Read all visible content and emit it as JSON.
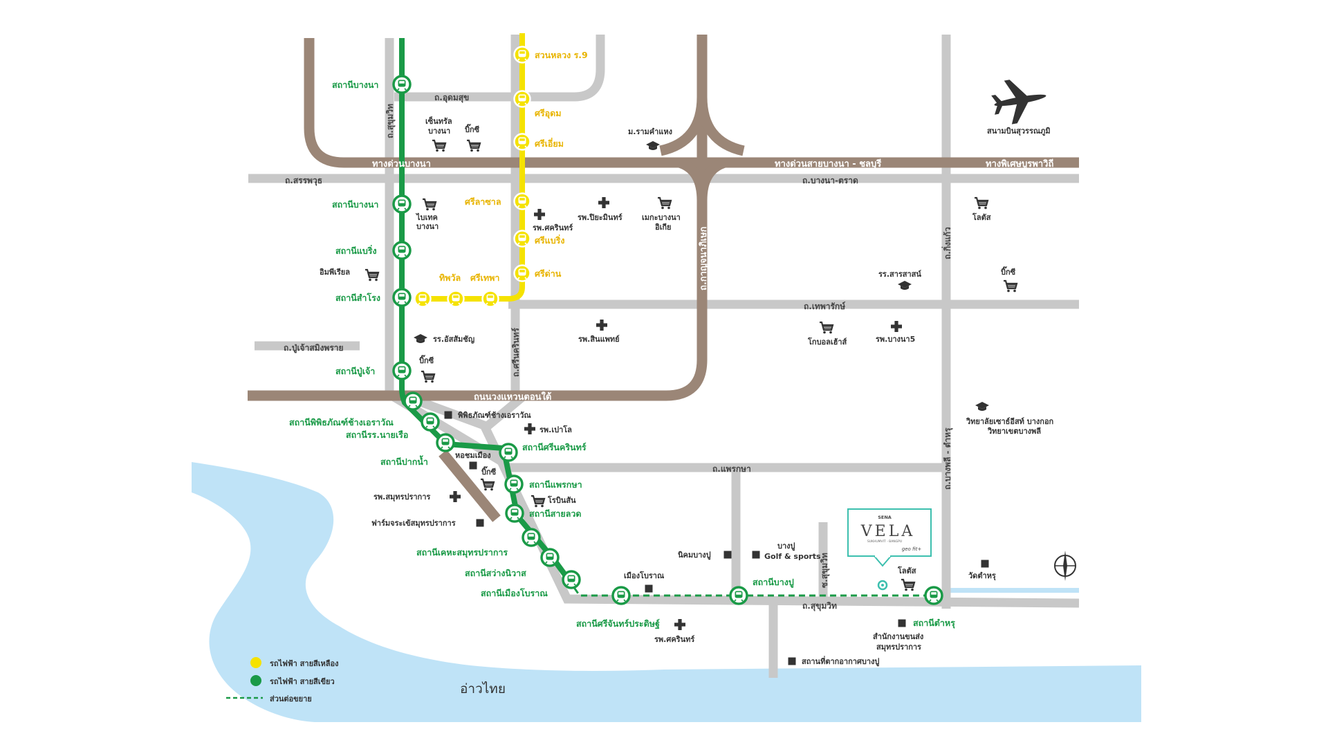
{
  "sea": {
    "label": "อ่าวไทย"
  },
  "airport": {
    "label": "สนามบินสุวรรณภูมิ"
  },
  "highways": {
    "bangna_expressway": "ทางด่วนบางนา",
    "bangna_chonburi": "ทางด่วนสายบางนา - ชลบุรี",
    "special_hw": "ทางพิเศษบูรพาวิถี",
    "ring_road": "ถนนวงแหวนตอนใต้",
    "kanchanaphisek": "ถ.กาญจนาภิเษก"
  },
  "roads": {
    "udomsuk": "ถ.อุดมสุข",
    "sanphawut": "ถ.สรรพวุธ",
    "bangna_trat": "ถ.บางนา-ตราด",
    "sukhumvit_v": "ถ.สุขุมวิท",
    "srinakarin": "ถ.ศรีนครินทร์",
    "thepharak": "ถ.เทพารักษ์",
    "pu_chao": "ถ.ปู่เจ้าสมิงพราย",
    "praeksa": "ถ.แพรกษา",
    "sukhumvit": "ถ.สุขุมวิท",
    "king_kaew": "ถ.กิ่งแก้ว",
    "bangphli_tamru": "ถ.บางพลี - ตำหรุ",
    "sukhumvit_soi": "ซ.สุขุมวิท"
  },
  "green_stations": [
    "สถานีบางนา",
    "สถานีบางนา",
    "สถานีแบริ่ง",
    "สถานีสำโรง",
    "สถานีปู่เจ้า",
    "สถานีพิพิธภัณฑ์ช้างเอราวัณ",
    "สถานีรร.นายเรือ",
    "สถานีปากน้ำ",
    "สถานีศรีนครินทร์",
    "สถานีแพรกษา",
    "สถานีสายลวด",
    "สถานีเคหะสมุทรปราการ",
    "สถานีสว่างนิวาส",
    "สถานีเมืองโบราณ",
    "สถานีศรีจันทร์ประดิษฐ์",
    "สถานีบางปู",
    "สถานีตำหรุ"
  ],
  "yellow_stations": [
    "สวนหลวง ร.9",
    "ศรีอุดม",
    "ศรีเอี่ยม",
    "ศรีลาซาล",
    "ศรีแบริ่ง",
    "ศรีด่าน",
    "ศรีเทพา",
    "ทิพวัล"
  ],
  "places": {
    "central_bangna": "เซ็นทรัล บางนา",
    "bigc_1": "บิ๊กซี",
    "ramkhamhaeng": "ม.รามคำแหง",
    "bitec": "ไบเทค บางนา",
    "srinakarin_hosp": "รพ.ศครินทร์",
    "piyamin_hosp": "รพ.ปิยะมินทร์",
    "mega_bangna": "เมกะบางนา อิเกีย",
    "lotus_1": "โลตัส",
    "imperial": "อิมพีเรียล",
    "sarasas": "รร.สารสาสน์",
    "bigc_2": "บิ๊กซี",
    "assumption": "รร.อัสสัมชัญ",
    "sinphaet_hosp": "รพ.สินแพทย์",
    "global_house": "โกบอลเฮ้าส์",
    "bangna5_hosp": "รพ.บางนา5",
    "bigc_3": "บิ๊กซี",
    "museum": "พิพิธภัณฑ์ช้างเอราวัณ",
    "paolo_hosp": "รพ.เปาโล",
    "huachin": "หอชมเมือง",
    "bigc_4": "บิ๊กซี",
    "samutprakan_hosp": "รพ.สมุทรปราการ",
    "robinson": "โรบินสัน",
    "crocodile_farm": "ฟาร์มจระเข้สมุทรปราการ",
    "nikhom_bangpu": "นิคมบางปู",
    "bangpu_golf_1": "บางปู",
    "bangpu_golf_2": "Golf & sports",
    "muang_boran": "เมืองโบราณ",
    "lotus_2": "โลตัส",
    "wat_tamru": "วัดตำหรุ",
    "aeronautical_college_1": "วิทยาลัยเซาธ์อีสท์ บางกอก",
    "aeronautical_college_2": "วิทยาเขตบางพลี",
    "srinakarin_hosp_2": "รพ.ศครินทร์",
    "transport_office_1": "สำนักงานขนส่ง",
    "transport_office_2": "สมุทรปราการ",
    "bangpu_resort": "สถานที่ตากอากาศบางปู"
  },
  "project": {
    "brand": "SENA",
    "name": "VELA",
    "tagline": "SUKHUMVIT - BANGPU",
    "partner": "geo fit+"
  },
  "legend": {
    "yellow": "รถไฟฟ้า สายสีเหลือง",
    "green": "รถไฟฟ้า สายสีเขียว",
    "extension": "ส่วนต่อขยาย"
  },
  "colors": {
    "green_line": "#1a9a47",
    "yellow_line": "#f5e200",
    "road": "#c8c8c8",
    "highway": "#9b8677",
    "sea": "#bfe3f7"
  },
  "icons": {
    "airport": "airplane-icon",
    "mall": "shopping-cart-icon",
    "school": "graduation-cap-icon",
    "hospital": "cross-icon",
    "poi": "square-icon",
    "compass": "compass-icon"
  }
}
